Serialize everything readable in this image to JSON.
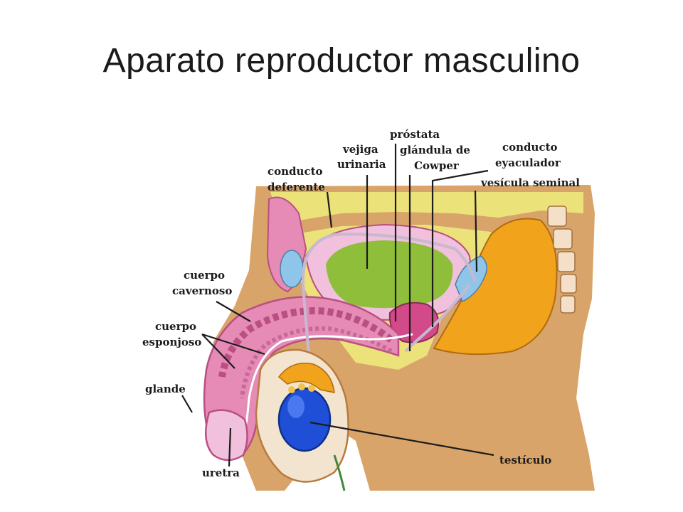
{
  "slide": {
    "title": "Aparato reproductor masculino"
  },
  "labels": {
    "prostata": "próstata",
    "vejiga_1": "vejiga",
    "vejiga_2": "urinaria",
    "cowper_1": "glándula de",
    "cowper_2": "Cowper",
    "eyac_1": "conducto",
    "eyac_2": "eyaculador",
    "deferente_1": "conducto",
    "deferente_2": "deferente",
    "vesicula": "vesícula seminal",
    "cavernoso_1": "cuerpo",
    "cavernoso_2": "cavernoso",
    "esponjoso_1": "cuerpo",
    "esponjoso_2": "esponjoso",
    "glande": "glande",
    "uretra": "uretra",
    "testiculo": "testículo"
  },
  "colors": {
    "skin": "#d9a46a",
    "skin_dark": "#b87a3e",
    "fat": "#ece27a",
    "pink": "#e58bb5",
    "pink_dark": "#b94f82",
    "bladder": "#8fbf3a",
    "rectum": "#f2a31c",
    "testis": "#1f4fd6",
    "gland_blue": "#8ec5e8"
  }
}
